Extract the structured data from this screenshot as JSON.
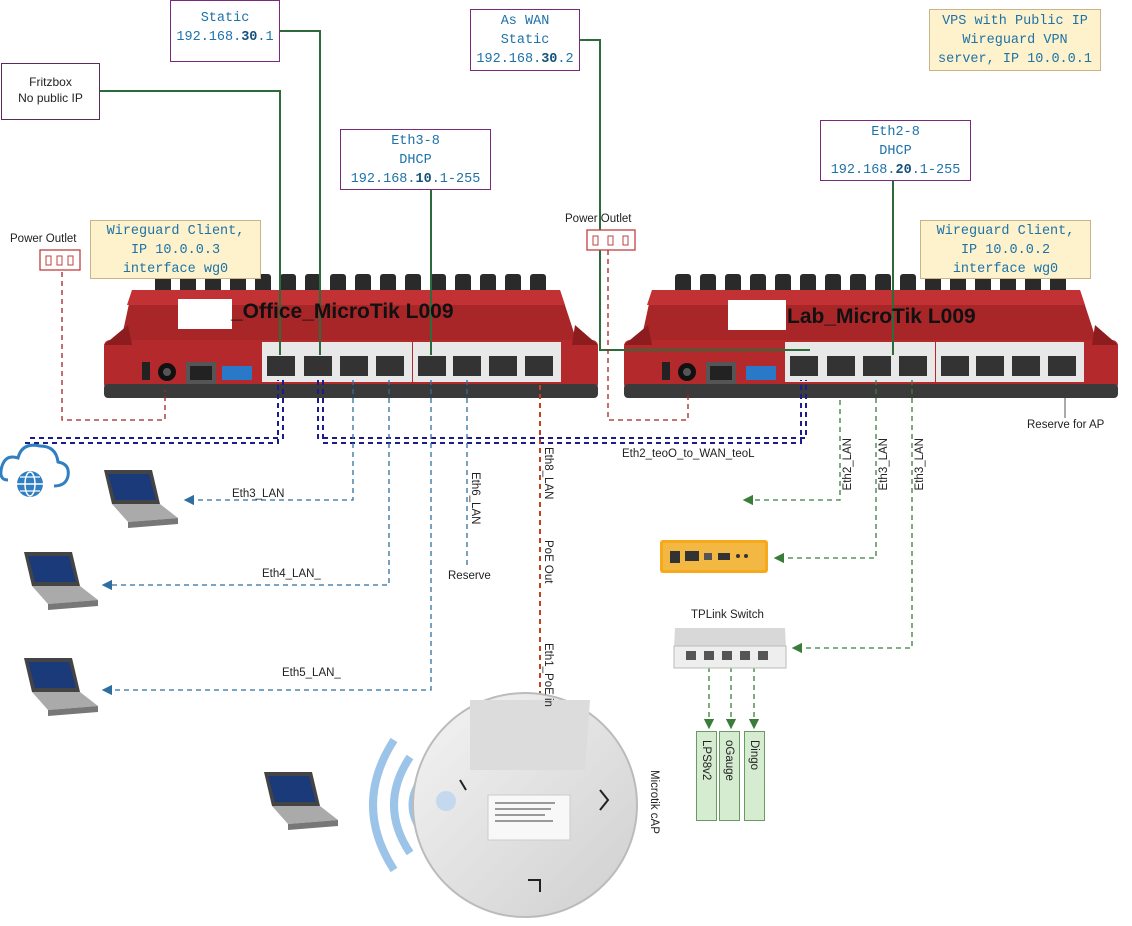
{
  "boxes": {
    "static_office": {
      "line1": "Static",
      "ip_pre": "192.168.",
      "ip_bold": "30",
      "ip_post": ".1"
    },
    "as_wan": {
      "line1": "As WAN",
      "line2": "Static",
      "ip_pre": "192.168.",
      "ip_bold": "30",
      "ip_post": ".2"
    },
    "vps": {
      "line1": "VPS with Public IP",
      "line2": "Wireguard VPN",
      "line3": "server, IP 10.0.0.1"
    },
    "fritzbox": {
      "line1": "Fritzbox",
      "line2": "No public IP"
    },
    "eth3_8": {
      "line1": "Eth3-8",
      "line2": "DHCP",
      "ip_pre": "192.168.",
      "ip_bold": "10",
      "ip_post": ".1-255"
    },
    "eth2_8": {
      "line1": "Eth2-8",
      "line2": "DHCP",
      "ip_pre": "192.168.",
      "ip_bold": "20",
      "ip_post": ".1-255"
    },
    "wg_office": {
      "line1": "Wireguard Client,",
      "line2": "IP 10.0.0.3",
      "line3": "interface wg0"
    },
    "wg_lab": {
      "line1": "Wireguard Client,",
      "line2": "IP 10.0.0.2",
      "line3": "interface wg0"
    }
  },
  "labels": {
    "power_outlet_left": "Power Outlet",
    "power_outlet_right": "Power Outlet",
    "office_router": "_Office_MicroTik L009",
    "lab_router": "Lab_MicroTik L009",
    "reserve_ap": "Reserve for AP",
    "eth2_wan": "Eth2_teoO_to_WAN_teoL",
    "eth3_lan": "Eth3_LAN",
    "eth4_lan": "Eth4_LAN_",
    "eth5_lan": "Eth5_LAN_",
    "eth6_lan": "Eth6_LAN",
    "reserve": "Reserve",
    "eth8_lan": "Eth8_LAN",
    "poe_out": "PoE Out",
    "eth1_poe_in": "Eth1_PoE in",
    "lab_eth2_lan": "Eth2_LAN",
    "lab_eth3_lan_a": "Eth3_LAN",
    "lab_eth3_lan_b": "Eth3_LAN",
    "tplink_switch": "TPLink Switch",
    "microtik_cap": "Microtik cAP",
    "device_lps": "LPS8v2",
    "device_ogauge": "oGauge",
    "device_dingo": "Dingo"
  },
  "icons": [
    "cloud-globe-icon",
    "laptop-icon",
    "power-outlet-icon",
    "router-image",
    "access-point-image",
    "switch-image",
    "gateway-image"
  ],
  "colors": {
    "router_red": "#b8282a",
    "wire_green": "#2e6b3c",
    "dash_blue": "#2f6f9f",
    "dash_navy": "#1c1c8c",
    "dash_red": "#a52222",
    "dash_poe": "#b84a18",
    "dash_green": "#3a7d3a",
    "box_text": "#1d72a8",
    "box_tan": "#fdf2cc"
  }
}
